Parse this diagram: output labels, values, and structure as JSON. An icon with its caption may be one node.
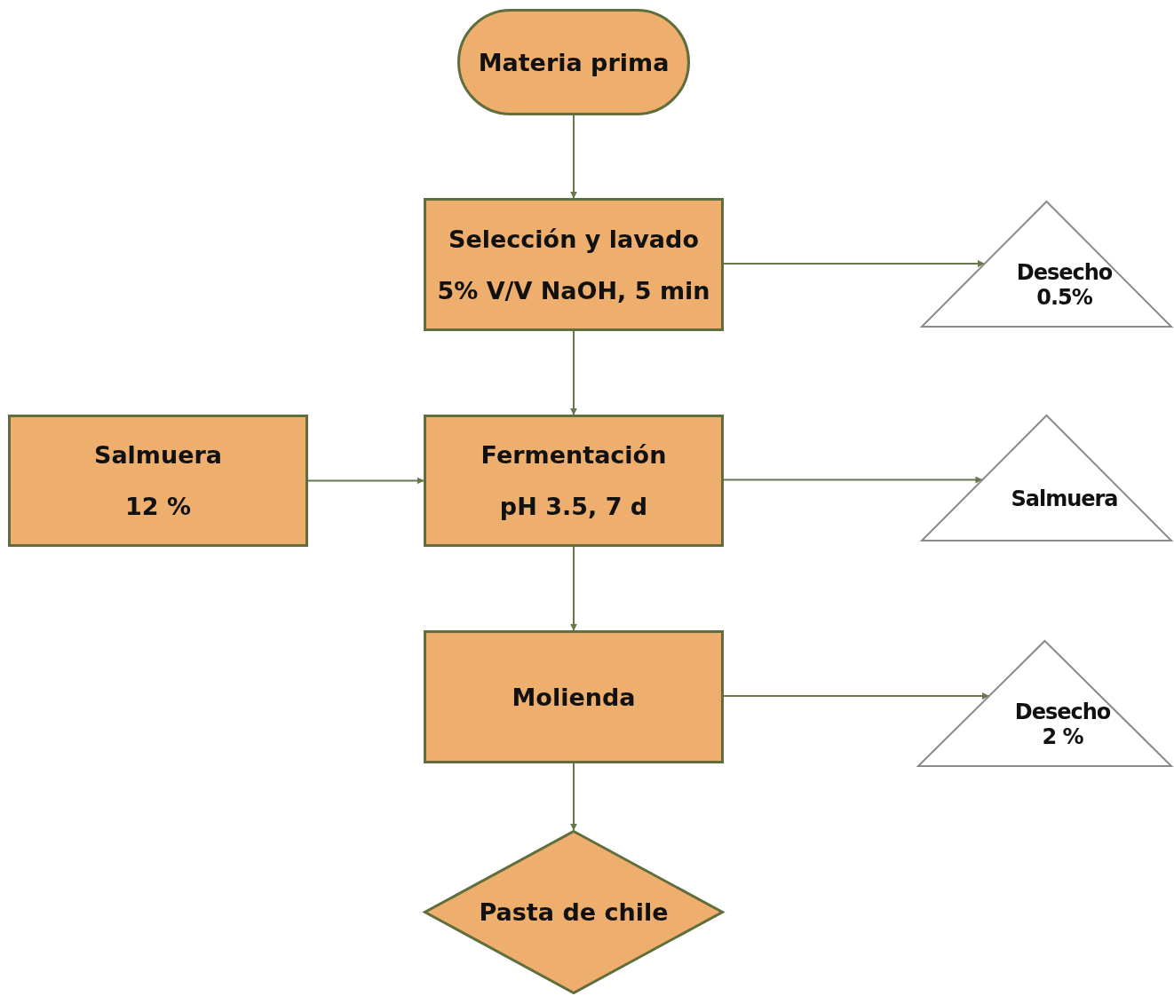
{
  "diagram": {
    "nodes": [
      {
        "text": [
          "Materia prima"
        ]
      },
      {
        "text": [
          "Selección y lavado",
          "5% V/V NaOH, 5 min"
        ]
      },
      {
        "text": [
          "Desecho 0.5%"
        ]
      },
      {
        "text": [
          "Salmuera",
          "12 %"
        ]
      },
      {
        "text": [
          "Fermentación",
          "pH 3.5, 7 d"
        ]
      },
      {
        "text": [
          "Salmuera"
        ]
      },
      {
        "text": [
          "Molienda"
        ]
      },
      {
        "text": [
          "Desecho 2 %"
        ]
      },
      {
        "text": [
          "Pasta de chile"
        ]
      }
    ],
    "edges": [
      {
        "from": 0,
        "to": 1,
        "arrow": "to"
      },
      {
        "from": 1,
        "to": 2,
        "arrow": "to"
      },
      {
        "from": 1,
        "to": 4,
        "arrow": "to"
      },
      {
        "from": 3,
        "to": 4,
        "arrow": "to"
      },
      {
        "from": 4,
        "to": 5,
        "arrow": "to"
      },
      {
        "from": 4,
        "to": 6,
        "arrow": "to"
      },
      {
        "from": 6,
        "to": 7,
        "arrow": "to"
      },
      {
        "from": 6,
        "to": 8,
        "arrow": "to"
      }
    ]
  }
}
